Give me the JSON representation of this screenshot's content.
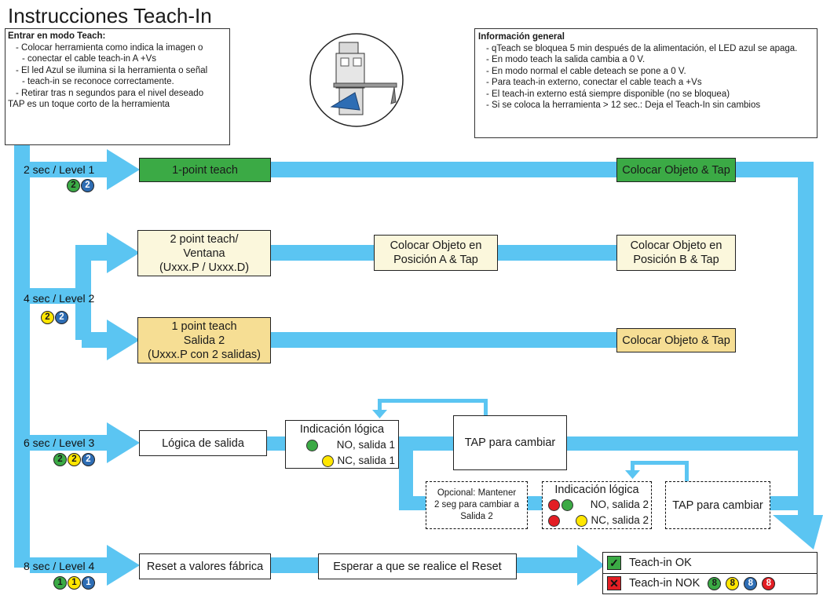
{
  "title": "Instrucciones Teach-In",
  "teach_mode": {
    "heading": "Entrar en modo Teach:",
    "items": [
      "Colocar herramienta como indica la imagen o",
      "conectar el cable teach-in A +Vs",
      "El led Azul se ilumina si la herramienta o señal",
      "teach-in se reconoce correctamente.",
      "Retirar tras n segundos para el nivel deseado"
    ],
    "note": "TAP es un toque corto de la herramienta"
  },
  "general_info": {
    "heading": "Información general",
    "items": [
      "qTeach se bloquea 5 min después de la alimentación, el LED azul se apaga.",
      "En modo teach la salida cambia a 0 V.",
      "En modo normal el cable deteach se pone a 0 V.",
      "Para teach-in externo, conectar el cable teach a +Vs",
      "El teach-in externo está siempre disponible (no se bloquea)",
      "Si se coloca la herramienta > 12 sec.: Deja el Teach-In sin cambios"
    ]
  },
  "levels": {
    "l1": "2 sec / Level 1",
    "l2": "4 sec / Level 2",
    "l3": "6 sec / Level 3",
    "l4": "8 sec / Level 4"
  },
  "boxes": {
    "one_point": "1-point teach",
    "colocar_tap": "Colocar Objeto & Tap",
    "two_point": [
      "2 point teach/",
      "Ventana",
      "(Uxxx.P / Uxxx.D)"
    ],
    "pos_a": [
      "Colocar Objeto en",
      "Posición A & Tap"
    ],
    "pos_b": [
      "Colocar Objeto en",
      "Posición B & Tap"
    ],
    "salida2": [
      "1 point teach",
      "Salida 2",
      "(Uxxx.P con 2 salidas)"
    ],
    "colocar_tap2": "Colocar Objeto & Tap",
    "logica": "Lógica de salida",
    "tap_cambiar": "TAP para cambiar",
    "opcional": [
      "Opcional: Mantener",
      "2 seg para cambiar a",
      "Salida 2"
    ],
    "tap_cambiar2": "TAP para cambiar",
    "reset": "Reset a valores fábrica",
    "esperar": "Esperar a que se realice el Reset"
  },
  "indicacion1": {
    "title": "Indicación lógica",
    "no": "NO, salida 1",
    "nc": "NC, salida 1"
  },
  "indicacion2": {
    "title": "Indicación lógica",
    "no": "NO, salida 2",
    "nc": "NC, salida 2"
  },
  "legend": {
    "ok": "Teach-in OK",
    "nok": "Teach-in NOK"
  },
  "dot_digits": {
    "l1": "2",
    "l2": "2",
    "l3": "2",
    "l4": "1",
    "nok": "8"
  },
  "colors": {
    "flow": "#5BC5F2",
    "green_box": "#3BAA45",
    "cream_box": "#FBF7DC",
    "tan_box": "#F6DE94",
    "light_box": "#FFF5C8",
    "led_green": "#3BAA45",
    "led_yellow": "#FFE600",
    "led_blue": "#2E6DB4",
    "led_red": "#E31E24"
  }
}
